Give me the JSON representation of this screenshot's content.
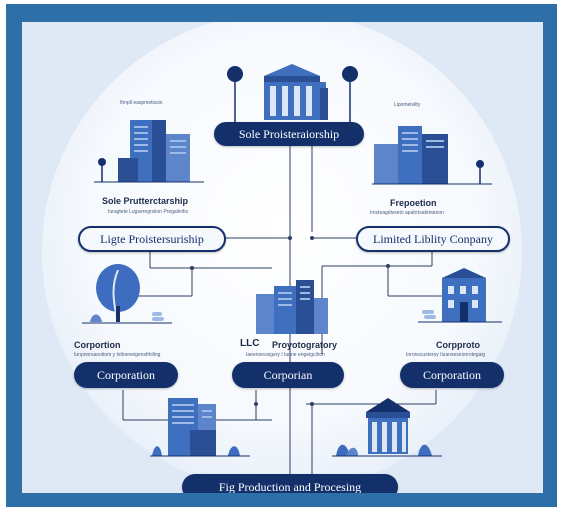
{
  "diagram": {
    "nodes": {
      "top": "Sole Proisteraiorship",
      "left_mid": "Ligte Proistersuriship",
      "right_mid": "Limited Liblity Conpany",
      "bottom_left": "Corporation",
      "bottom_center": "Corporian",
      "bottom_right": "Corporation",
      "footer": "Fig Production and Procesing"
    },
    "captions": {
      "top_left_small": "Ihnpll easpmetissin",
      "top_right_small": "Lipomeivlity",
      "left_heading": "Sole Prutterctarship",
      "left_sub": "Iuragtete Lugseregrsiion Pregalinihs",
      "right_heading": "Frepoetion",
      "right_sub": "Imsteagdivseto apahrtsatiretanon",
      "corp_left_heading": "Corportion",
      "corp_left_sub": "Iunpnorsaeotiom y Ixttneveigensfrkiling",
      "llc_heading": "LLC",
      "llc_heading2": "Proyotogratory",
      "llc_sub": "Iaeenoessigery I tunne engeigcihon",
      "corp_right_heading": "Corpproto",
      "corp_right_sub": "Inronscusteroy Iiuanseseonrotegaig"
    },
    "colors": {
      "frame": "#2f6fa8",
      "background": "#dfe9f6",
      "pill": "#14306b",
      "building": "#3f6fbf",
      "building_dark": "#2a4f95",
      "plant": "#3d6cc0"
    },
    "icons": [
      "bank-icon",
      "building-icon",
      "tree-icon",
      "house-icon",
      "plant-icon"
    ]
  }
}
